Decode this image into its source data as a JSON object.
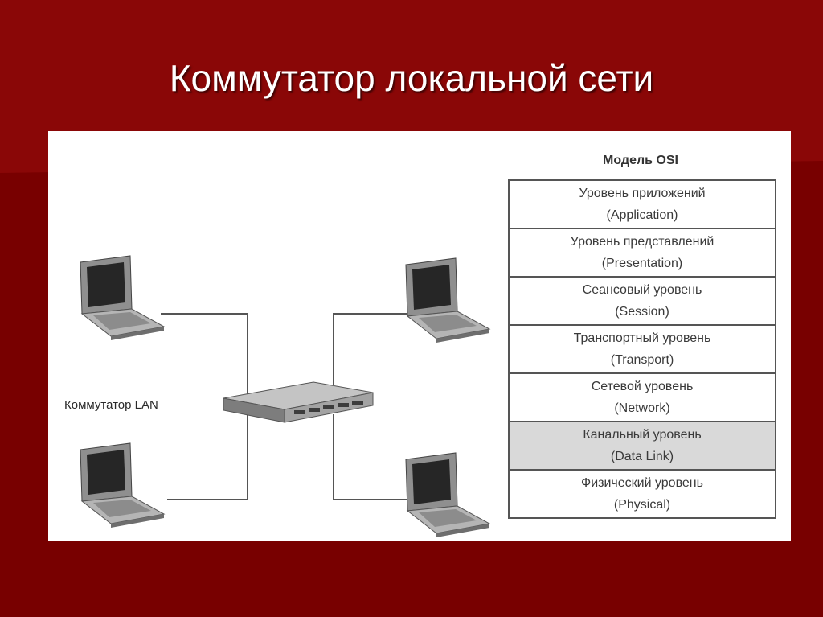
{
  "slide": {
    "title": "Коммутатор локальной сети"
  },
  "diagram": {
    "switch_label": "Коммутатор LAN",
    "osi_title": "Модель OSI",
    "osi_layers": [
      {
        "name": "Уровень приложений",
        "english": "(Application)",
        "highlighted": false
      },
      {
        "name": "Уровень представлений",
        "english": "(Presentation)",
        "highlighted": false
      },
      {
        "name": "Сеансовый уровень",
        "english": "(Session)",
        "highlighted": false
      },
      {
        "name": "Транспортный уровень",
        "english": "(Transport)",
        "highlighted": false
      },
      {
        "name": "Сетевой уровень",
        "english": "(Network)",
        "highlighted": false
      },
      {
        "name": "Канальный уровень",
        "english": "(Data Link)",
        "highlighted": true
      },
      {
        "name": "Физический уровень",
        "english": "(Physical)",
        "highlighted": false
      }
    ]
  },
  "colors": {
    "background": "#7a0000",
    "highlight": "#d9d9d9"
  }
}
